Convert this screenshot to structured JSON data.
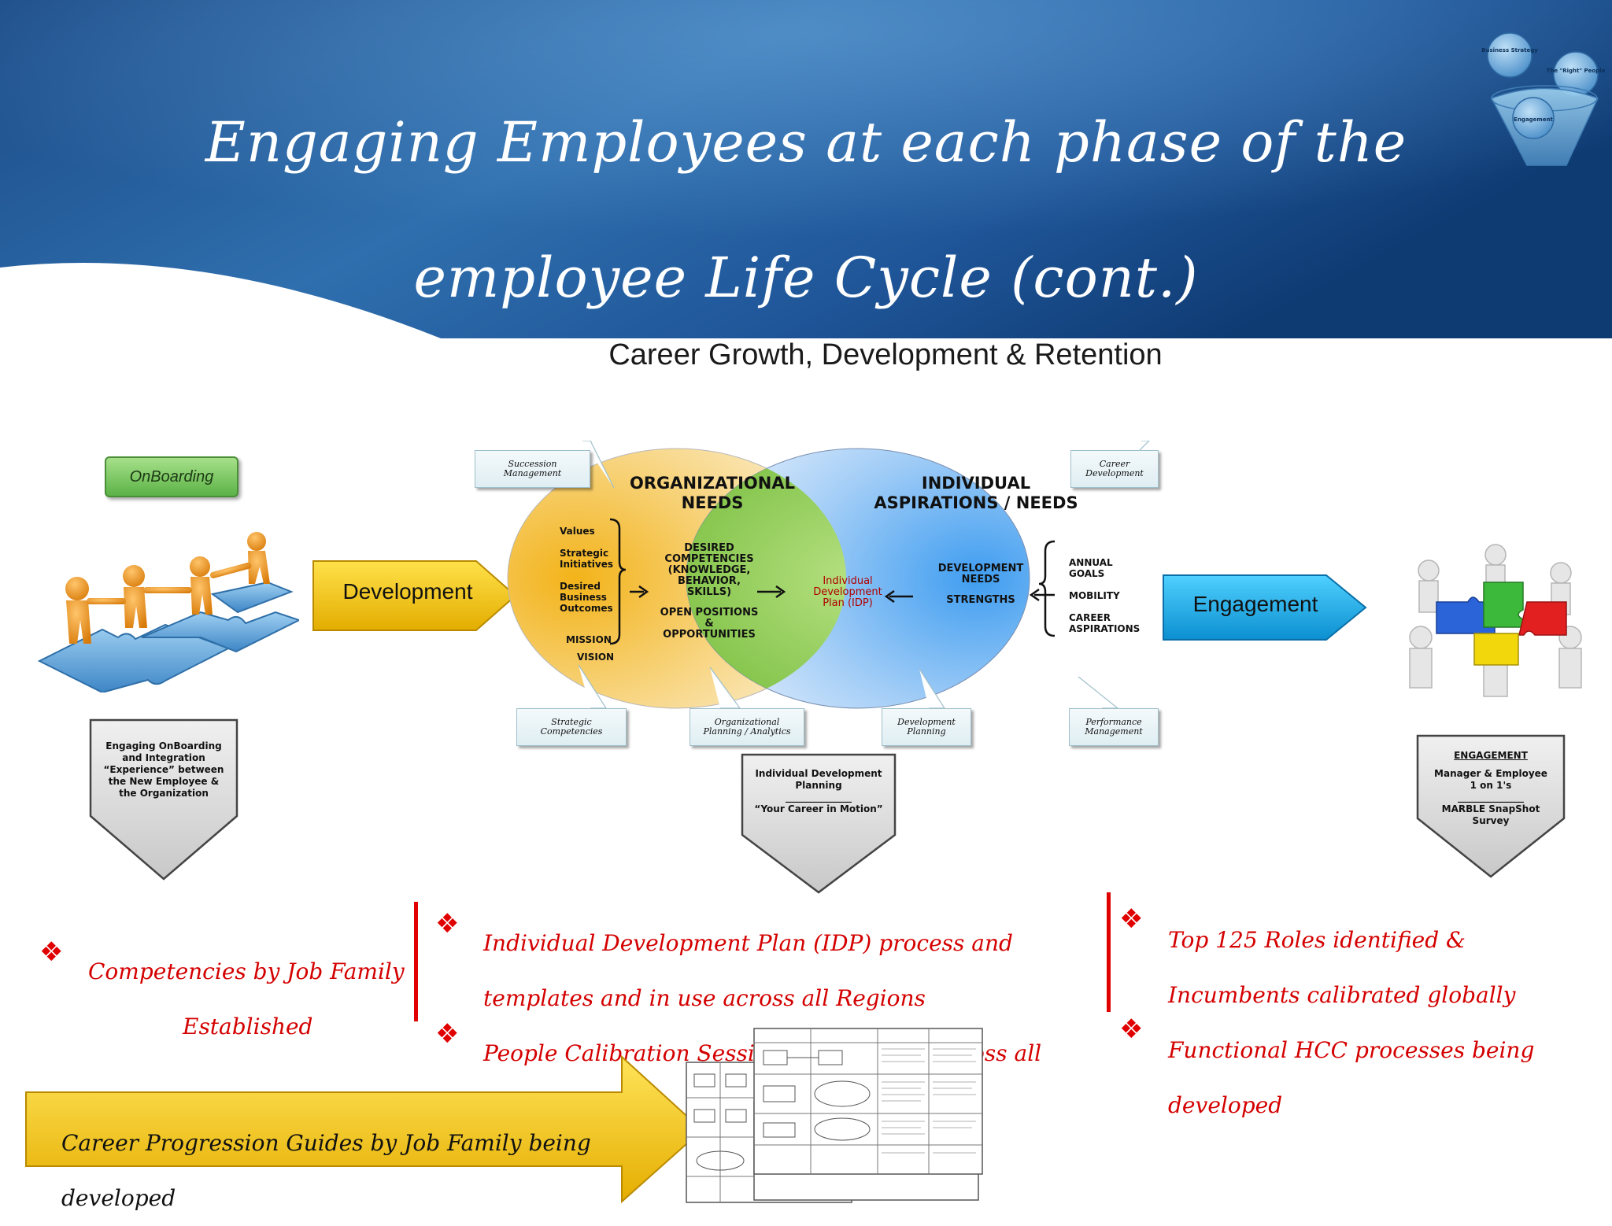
{
  "title": {
    "line1": "Engaging Employees at each phase of the",
    "line2": "employee Life Cycle (cont.)"
  },
  "logo": {
    "circle1": "Business Strategy",
    "circle2": "The \"Right\" People",
    "circle3": "Engagement"
  },
  "subtitle": "Career Growth, Development & Retention",
  "onboarding_button": "OnBoarding",
  "arrows": {
    "development": "Development",
    "engagement": "Engagement"
  },
  "venn": {
    "left_heading": [
      "ORGANIZATIONAL",
      "NEEDS"
    ],
    "right_heading": [
      "INDIVIDUAL",
      "ASPIRATIONS / NEEDS"
    ],
    "left_list": [
      "Values",
      "Strategic",
      "Initiatives",
      "Desired",
      "Business",
      "Outcomes",
      "MISSION",
      "VISION"
    ],
    "left_center": [
      "DESIRED",
      "COMPETENCIES",
      "(KNOWLEDGE,",
      "BEHAVIOR,",
      "SKILLS)",
      "OPEN POSITIONS",
      "&",
      "OPPORTUNITIES"
    ],
    "center": [
      "Individual",
      "Development",
      "Plan (IDP)"
    ],
    "right_center": [
      "DEVELOPMENT",
      "NEEDS",
      "STRENGTHS"
    ],
    "right_list": [
      "ANNUAL",
      "GOALS",
      "MOBILITY",
      "CAREER",
      "ASPIRATIONS"
    ]
  },
  "callouts": {
    "succession": [
      "Succession",
      "Management"
    ],
    "career_dev": [
      "Career",
      "Development"
    ],
    "strategic": [
      "Strategic",
      "Competencies"
    ],
    "org_planning": [
      "Organizational",
      "Planning / Analytics"
    ],
    "dev_planning": [
      "Development",
      "Planning"
    ],
    "perf_mgmt": [
      "Performance",
      "Management"
    ]
  },
  "pentagons": {
    "left": [
      "Engaging OnBoarding",
      "and Integration",
      "“Experience” between",
      "the New Employee &",
      "the Organization"
    ],
    "middle": [
      "Individual Development",
      "Planning",
      "______________",
      "“Your Career in Motion”"
    ],
    "right": [
      "ENGAGEMENT",
      "Manager & Employee",
      "1 on 1's",
      "______________",
      "MARBLE SnapShot",
      "Survey"
    ]
  },
  "bullets": {
    "col1": [
      "Competencies by Job Family",
      "Established"
    ],
    "col2_a": [
      "Individual Development Plan (IDP) process and",
      "templates and in use across all Regions"
    ],
    "col2_b": "People Calibration Sessi",
    "col2_b_tail": "oss all",
    "col3_a": [
      "Top 125 Roles identified &",
      "Incumbents calibrated globally"
    ],
    "col3_b": [
      "Functional HCC processes being",
      "developed"
    ]
  },
  "career_guides": [
    "Career Progression Guides by Job Family being",
    "developed"
  ],
  "colors": {
    "title_band_dark": "#123f7a",
    "title_band_light": "#3a78b8",
    "gold": "#f5c400",
    "blue_arrow": "#19a9e6",
    "bullet_red": "#d40000"
  }
}
